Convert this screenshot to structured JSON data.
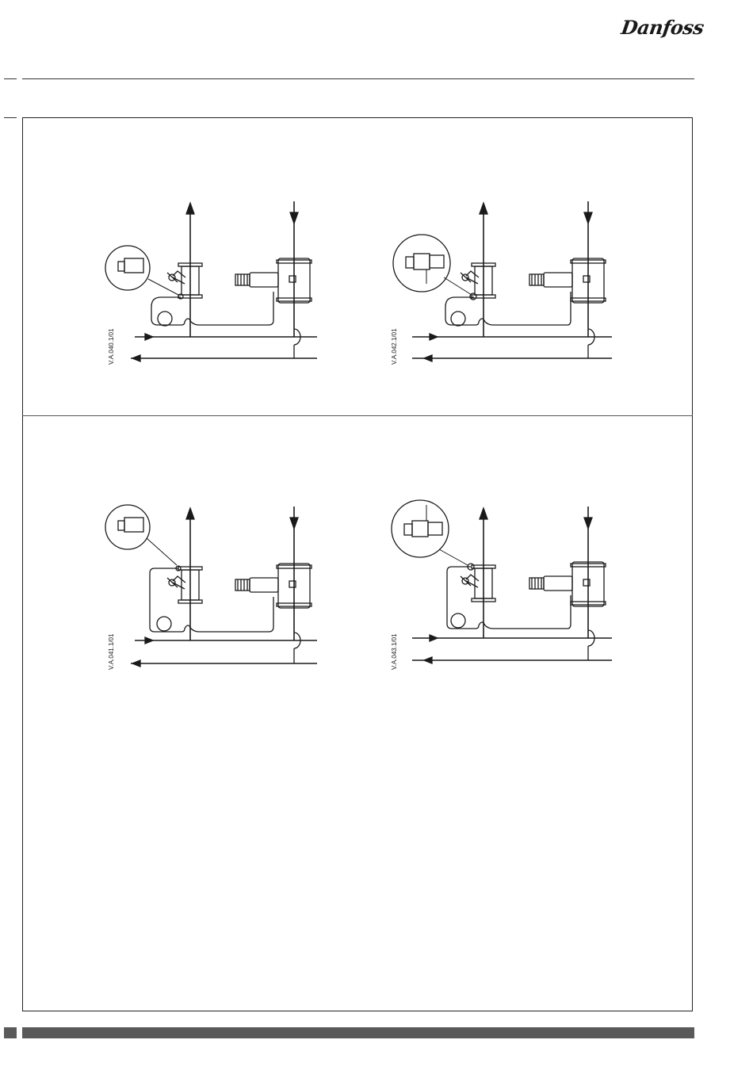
{
  "brand": {
    "name": "Danfoss"
  },
  "diagrams": [
    {
      "code": "V.A.040.1/01"
    },
    {
      "code": "V.A.042.1/01"
    },
    {
      "code": "V.A.041.1/01"
    },
    {
      "code": "V.A.043.1/01"
    }
  ]
}
